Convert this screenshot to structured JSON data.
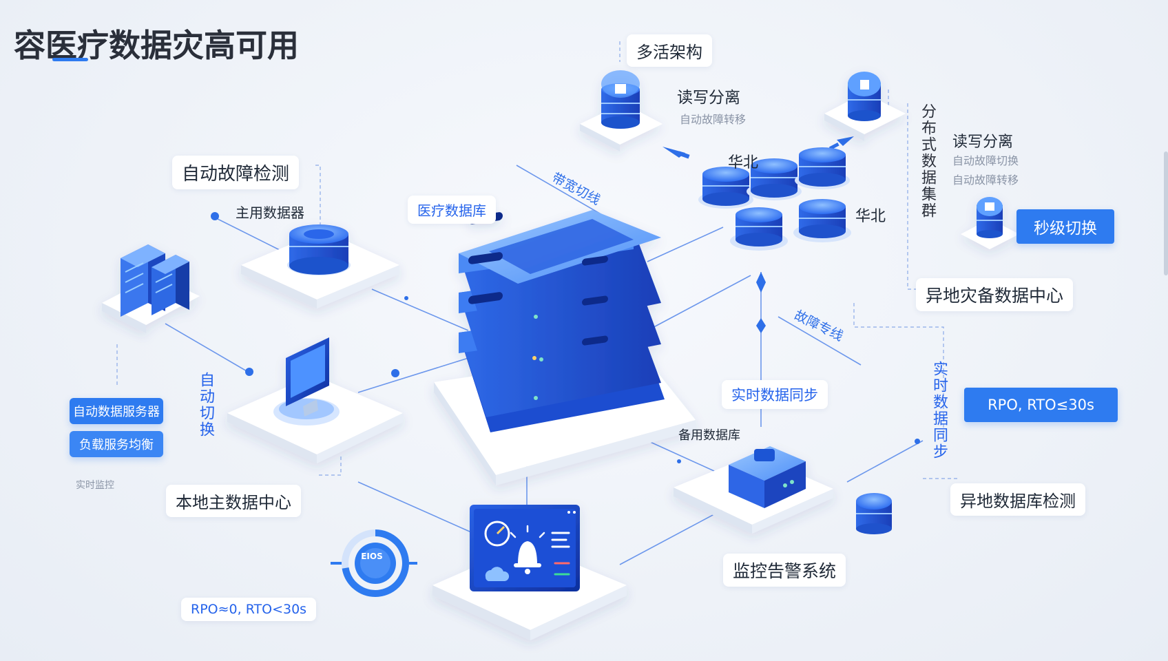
{
  "title": "容医疗数据灾高可用",
  "labels": {
    "multi_active": "多活架构",
    "rw_split_top": "读写分离",
    "auto_failover_top": "自动故障转移",
    "distributed": "分布式数据集群",
    "rw_split_right": "读写分离",
    "auto_failover_switch": "自动故障切换",
    "auto_failover_move": "自动故障转移",
    "second_switch": "秒级切换",
    "huabei_1": "华北",
    "huabei_2": "华北",
    "bandwidth_switch": "带宽切线",
    "medical_db": "医疗数据库",
    "auto_detect": "自动故障检测",
    "primary_db": "主用数据器",
    "remote_dc": "异地灾备数据中心",
    "fault_line": "故障专线",
    "realtime_sync_mid": "实时数据同步",
    "realtime_sync_vertical": "实时数据同步",
    "rpo_box": "RPO, RTO≤30s",
    "standby_db": "备用数据库",
    "local_dc": "本地主数据中心",
    "auto_server": "自动数据服务器",
    "load_balance": "负载服务均衡",
    "realtime_mon": "实时监控",
    "monitor_alert": "监控告警系统",
    "remote_db_detect": "异地数据库检测",
    "rpo_bottom": "RPO≈0, RTO<30s",
    "vertical_left": "自动切换",
    "gauge_text": "EIOS"
  },
  "colors": {
    "primary": "#2e7bf0",
    "deep": "#1d4fd8",
    "light": "#8ec1ff",
    "line": "#5b8def"
  },
  "icons": [
    "server-rack-icon",
    "database-icon",
    "monitor-icon",
    "alarm-bell-icon",
    "gauge-icon",
    "cloud-icon"
  ]
}
